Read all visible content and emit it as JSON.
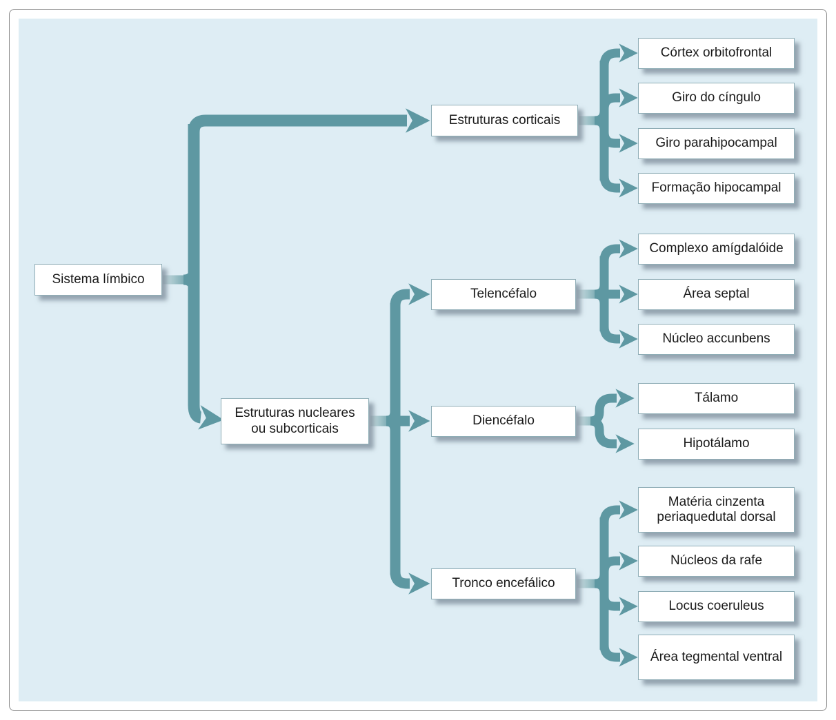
{
  "colors": {
    "background": "#ffffff",
    "panel": "#deedf4",
    "arrow": "#5e98a2",
    "arrow_light": "#cfe1e5",
    "box_bg": "#ffffff",
    "box_border": "#8fadb6",
    "frame_border": "#8c8c8c",
    "text": "#1a1a1a"
  },
  "diagram": {
    "root": {
      "label": "Sistema límbico"
    },
    "branches": [
      {
        "label": "Estruturas corticais",
        "children": [
          {
            "label": "Córtex orbitofrontal"
          },
          {
            "label": "Giro do cíngulo"
          },
          {
            "label": "Giro parahipocampal"
          },
          {
            "label": "Formação hipocampal"
          }
        ]
      },
      {
        "label": "Estruturas nucleares ou subcorticais",
        "children": [
          {
            "label": "Telencéfalo",
            "children": [
              {
                "label": "Complexo amígdalóide"
              },
              {
                "label": "Área septal"
              },
              {
                "label": "Núcleo accunbens"
              }
            ]
          },
          {
            "label": "Diencéfalo",
            "children": [
              {
                "label": "Tálamo"
              },
              {
                "label": "Hipotálamo"
              }
            ]
          },
          {
            "label": "Tronco encefálico",
            "children": [
              {
                "label": "Matéria cinzenta periaquedutal dorsal"
              },
              {
                "label": "Núcleos da rafe"
              },
              {
                "label": "Locus coeruleus"
              },
              {
                "label": "Área tegmental ventral"
              }
            ]
          }
        ]
      }
    ]
  }
}
